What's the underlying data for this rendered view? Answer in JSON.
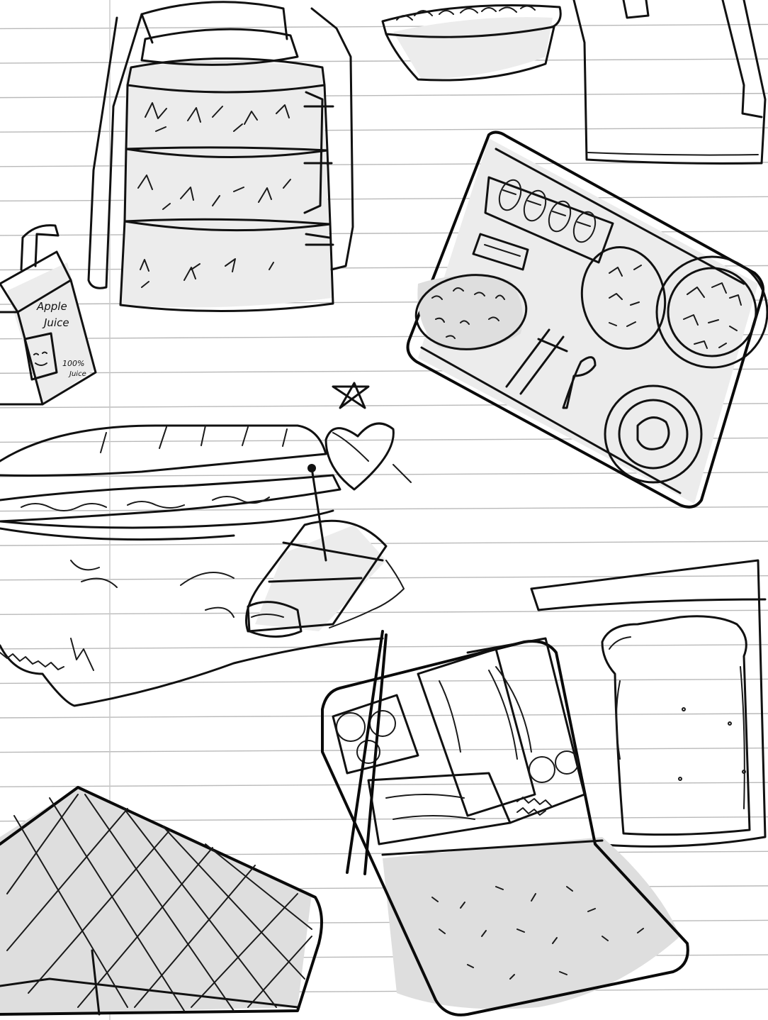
{
  "sheet": {
    "paper_color": "#ffffff",
    "ink_color": "#111111",
    "rule_color": "#b9b9b9",
    "shade_color": "#dedede"
  },
  "carton": {
    "label_line1": "Apple",
    "label_line2": "Juice",
    "percent_label": "100%",
    "percent_sub": "Juice"
  }
}
